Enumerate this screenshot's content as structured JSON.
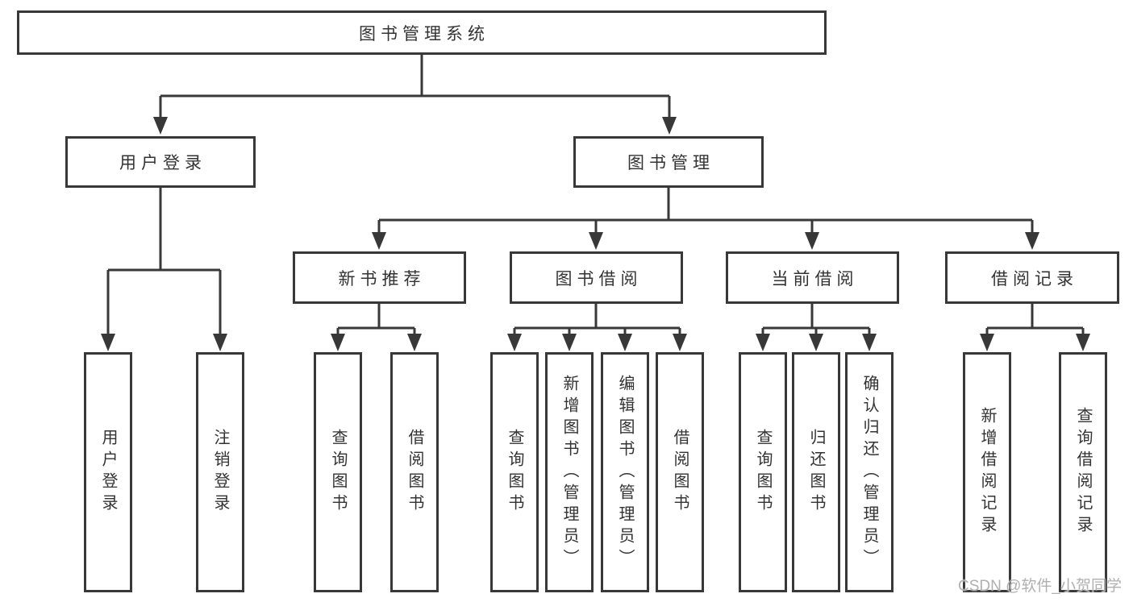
{
  "nodes": {
    "root": "图书管理系统",
    "userLogin": {
      "label": "用户登录",
      "children": [
        "用户登录",
        "注销登录"
      ]
    },
    "bookManagement": {
      "label": "图书管理"
    },
    "newBooks": {
      "label": "新书推荐",
      "children": [
        "查询图书",
        "借阅图书"
      ]
    },
    "bookBorrow": {
      "label": "图书借阅",
      "children": [
        "查询图书",
        "新增图书（管理员）",
        "编辑图书（管理员）",
        "借阅图书"
      ]
    },
    "currentBorrow": {
      "label": "当前借阅",
      "children": [
        "查询图书",
        "归还图书",
        "确认归还（管理员）"
      ]
    },
    "borrowRecords": {
      "label": "借阅记录",
      "children": [
        "新增借阅记录",
        "查询借阅记录"
      ]
    }
  },
  "watermark": "CSDN @软件_小贺同学",
  "colors": {
    "line": "#383838",
    "text": "#333333",
    "box_background": "#ffffff",
    "page_background": "#ffffff",
    "watermark": "#b0b0b0"
  }
}
